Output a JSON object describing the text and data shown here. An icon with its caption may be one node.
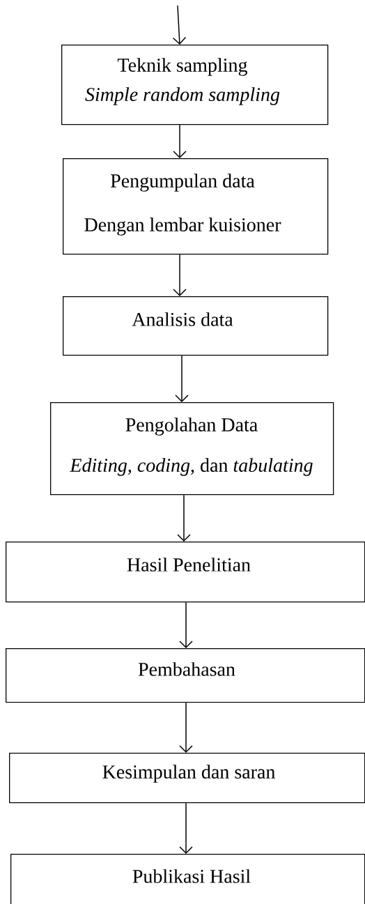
{
  "diagram": {
    "nodes": [
      {
        "text": [
          "Teknik sampling",
          "Simple random sampling"
        ]
      },
      {
        "text": [
          "Pengumpulan data",
          "Dengan lembar kuisioner"
        ]
      },
      {
        "text": [
          "Analisis data"
        ]
      },
      {
        "text": [
          "Pengolahan Data",
          "*Editing, coding*, dan *tabulating*"
        ]
      },
      {
        "text": [
          "Hasil Penelitian"
        ]
      },
      {
        "text": [
          "Pembahasan"
        ]
      },
      {
        "text": [
          "Kesimpulan dan saran"
        ]
      },
      {
        "text": [
          "Publikasi Hasil"
        ]
      }
    ],
    "edges": [
      {
        "from": null,
        "to": 0,
        "arrow": "to"
      },
      {
        "from": 0,
        "to": 1,
        "arrow": "to"
      },
      {
        "from": 1,
        "to": 2,
        "arrow": "to"
      },
      {
        "from": 2,
        "to": 3,
        "arrow": "to"
      },
      {
        "from": 3,
        "to": 4,
        "arrow": "to"
      },
      {
        "from": 4,
        "to": 5,
        "arrow": "to"
      },
      {
        "from": 5,
        "to": 6,
        "arrow": "to"
      },
      {
        "from": 6,
        "to": 7,
        "arrow": "to"
      }
    ]
  }
}
